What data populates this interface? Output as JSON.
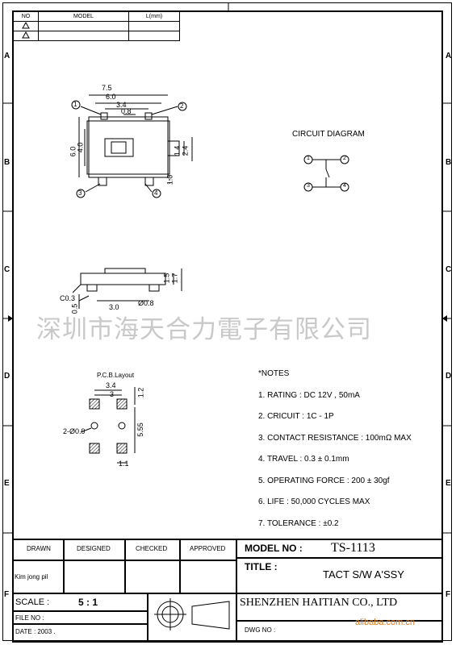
{
  "revision_table": {
    "col_no": "NO",
    "col_model": "MODEL",
    "col_l": "L(mm)"
  },
  "zones": {
    "left": [
      "A",
      "B",
      "C",
      "D",
      "E",
      "F"
    ],
    "right": [
      "A",
      "B",
      "C",
      "D",
      "E",
      "F"
    ]
  },
  "drawing": {
    "top_view": {
      "dims": [
        "7.5",
        "6.0",
        "3.4",
        "0.8",
        "6.0",
        "4.0",
        "1.4",
        "2.4",
        "1.0"
      ],
      "pins": [
        "1",
        "2",
        "3",
        "4"
      ]
    },
    "side_view": {
      "dims": [
        "1.5",
        "1.7",
        "C0.3",
        "0.5",
        "3.0",
        "Ø0.8"
      ]
    },
    "pcb_layout": {
      "title": "P.C.B.Layout",
      "dims": [
        "3.4",
        "3",
        "1.2",
        "2-Ø0.9",
        "5.55",
        "1.1"
      ]
    },
    "circuit": {
      "title": "CIRCUIT DIAGRAM",
      "pins": [
        "1",
        "2",
        "3",
        "4"
      ]
    }
  },
  "watermark": "深圳市海天合力電子有限公司",
  "notes": {
    "heading": "*NOTES",
    "items": [
      "1. RATING : DC 12V , 50mA",
      "2. CRICUIT : 1C - 1P",
      "3. CONTACT RESISTANCE : 100mΩ    MAX",
      "4. TRAVEL : 0.3 ± 0.1mm",
      "5. OPERATING FORCE : 200 ± 30gf",
      "6. LIFE : 50,000 CYCLES MAX",
      "7. TOLERANCE : ±0.2"
    ]
  },
  "title_block": {
    "drawn": "DRAWN",
    "designed": "DESIGNED",
    "checked": "CHECKED",
    "approved": "APPROVED",
    "drawn_by": "Kim jong pil",
    "model_label": "MODEL NO :",
    "model_value": "TS-1113",
    "title_label": "TITLE :",
    "title_value": "TACT S/W A'SSY",
    "scale_label": "SCALE :",
    "scale_value": "5 : 1",
    "file_label": "FILE NO :",
    "date_label": "DATE : 2003 .",
    "company": "SHENZHEN HAITIAN CO., LTD",
    "dwg_label": "DWG  NO  :",
    "site": "alibaba.com.cn"
  }
}
